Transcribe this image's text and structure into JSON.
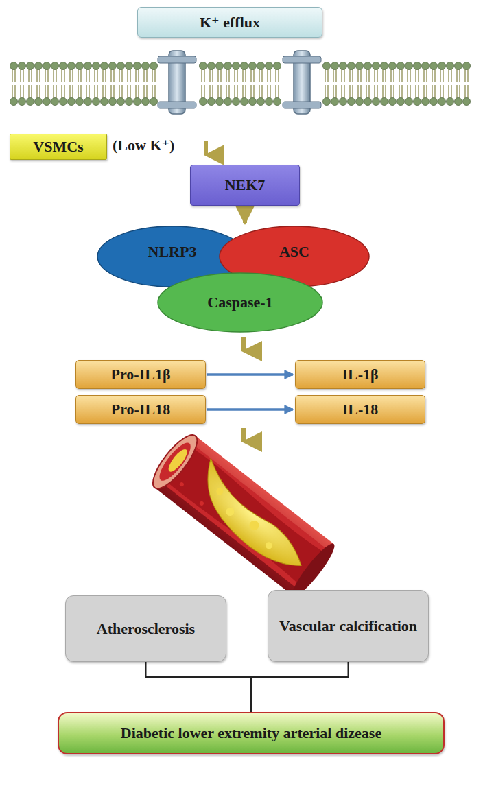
{
  "diagram": {
    "nodes": [
      {
        "text": [
          "K⁺ efflux"
        ]
      },
      {
        "text": [
          "VSMCs"
        ]
      },
      {
        "text": [
          "NEK7"
        ]
      },
      {
        "text": [
          "NLRP3"
        ]
      },
      {
        "text": [
          "ASC"
        ]
      },
      {
        "text": [
          "Caspase-1"
        ]
      },
      {
        "text": [
          "Pro-IL1β"
        ]
      },
      {
        "text": [
          "IL-1β"
        ]
      },
      {
        "text": [
          "Pro-IL18"
        ]
      },
      {
        "text": [
          "IL-18"
        ]
      },
      {
        "text": [
          "Atherosclerosis"
        ]
      },
      {
        "text": [
          "Vascular calcification"
        ]
      },
      {
        "text": [
          "Diabetic lower extremity arterial dizease"
        ]
      }
    ],
    "edges": [
      {
        "from": 2,
        "to": 3,
        "arrow": "to"
      },
      {
        "from": 6,
        "to": 7,
        "arrow": "to"
      },
      {
        "from": 8,
        "to": 9,
        "arrow": "to"
      },
      {
        "from": 10,
        "to": 12,
        "arrow": "none"
      },
      {
        "from": 11,
        "to": 12,
        "arrow": "none"
      }
    ],
    "labels": [
      "(Low K⁺)"
    ]
  }
}
